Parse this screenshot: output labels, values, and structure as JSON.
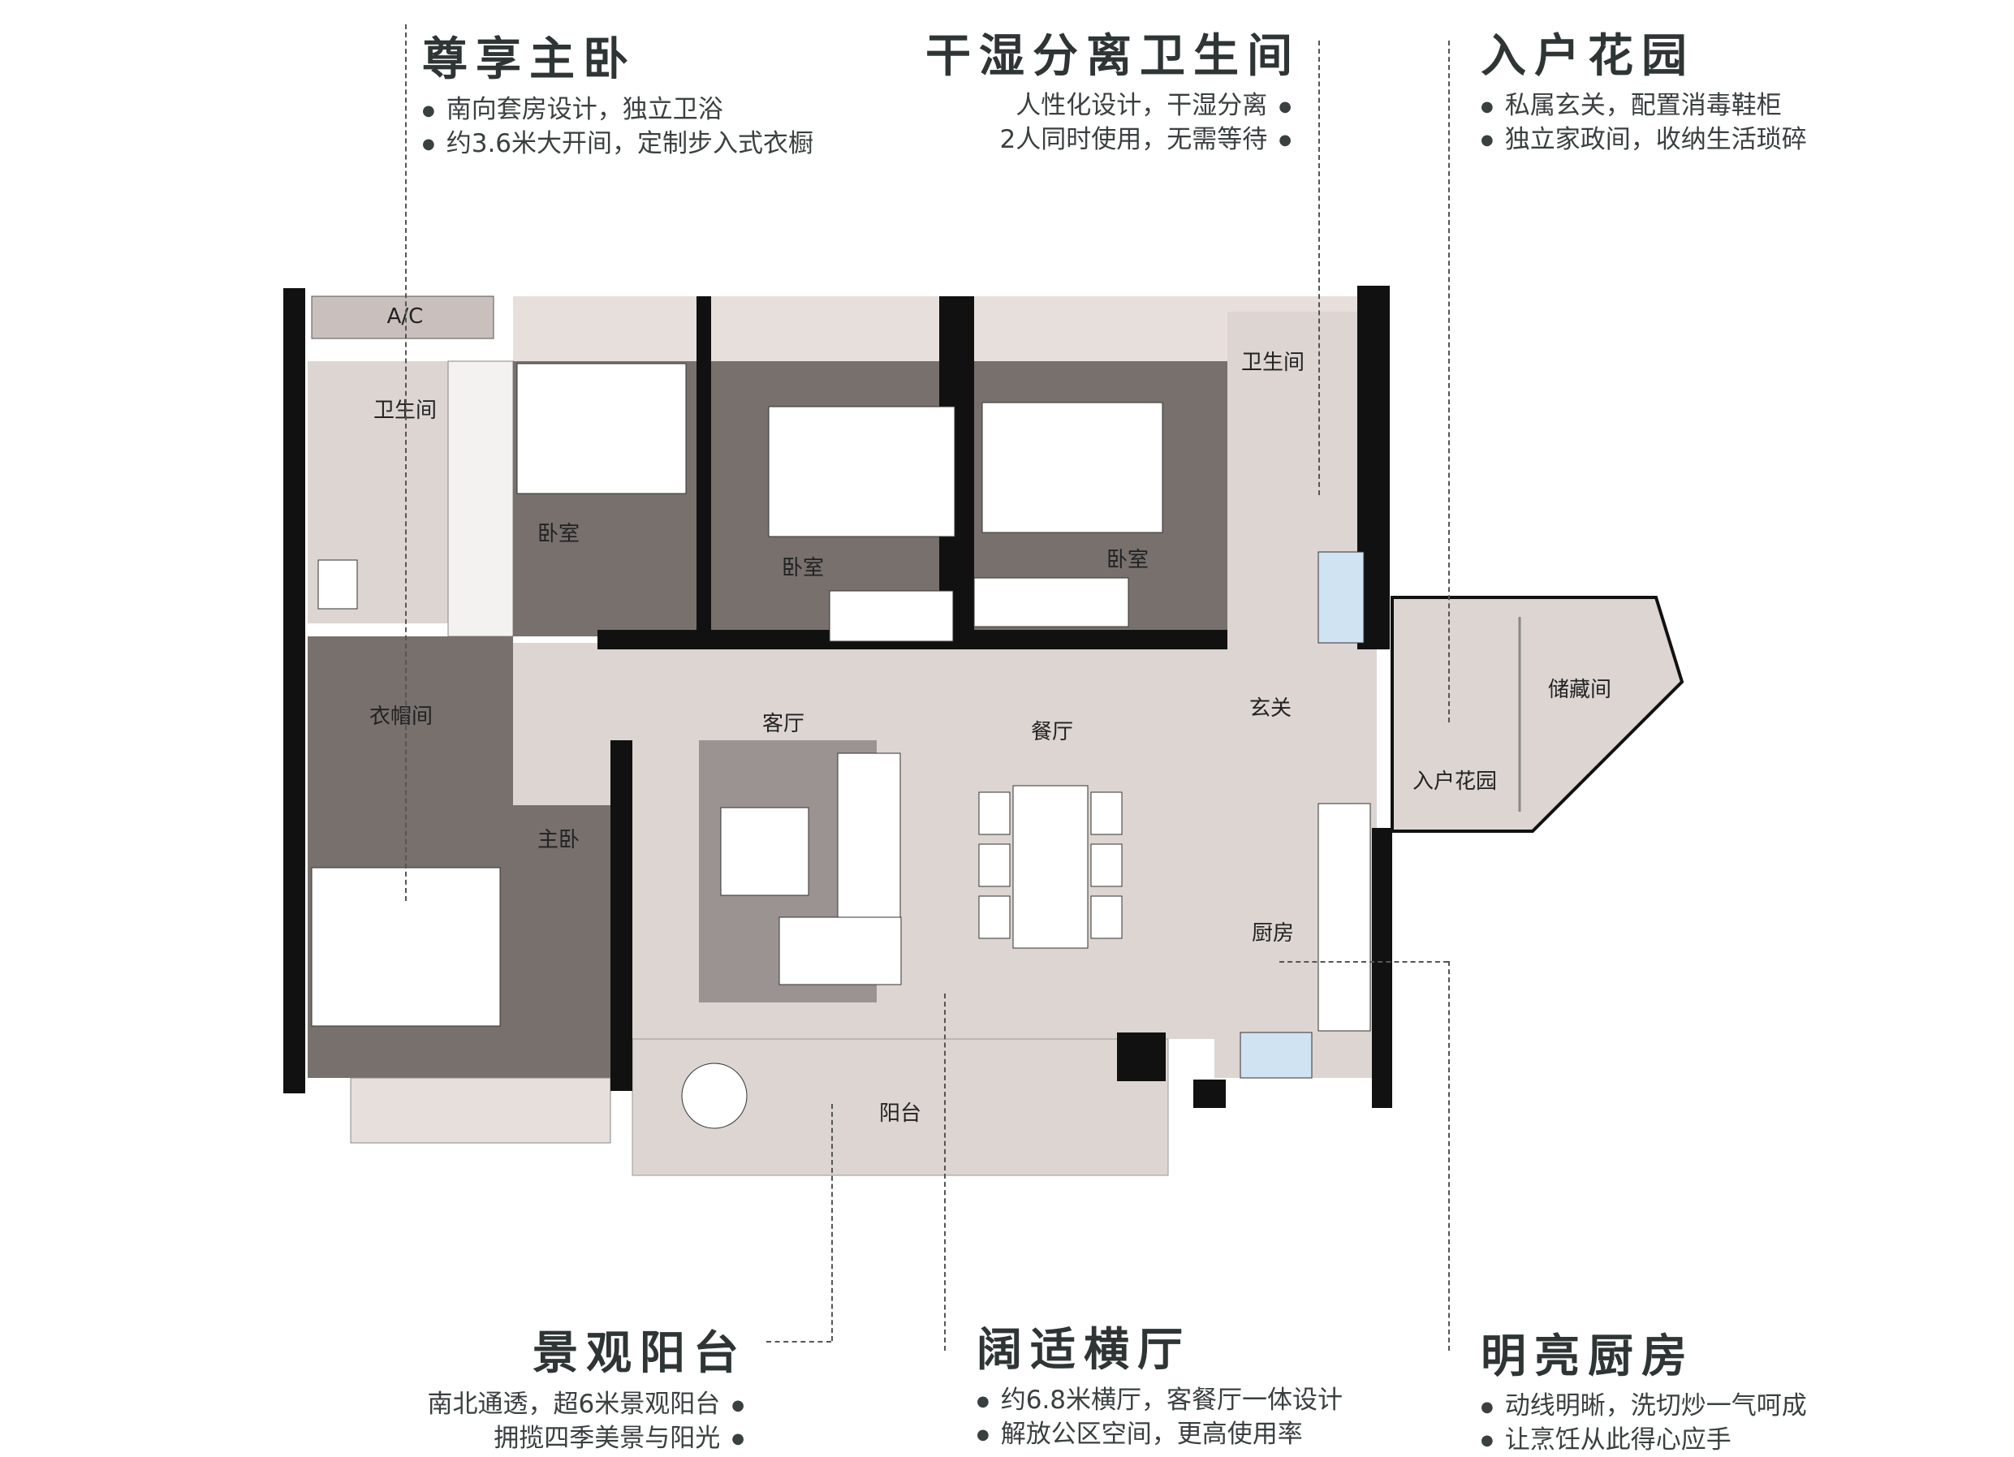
{
  "features": {
    "master_bedroom": {
      "title": "尊享主卧",
      "bullets": [
        "南向套房设计，独立卫浴",
        "约3.6米大开间，定制步入式衣橱"
      ]
    },
    "bathroom": {
      "title": "干湿分离卫生间",
      "bullets": [
        "人性化设计，干湿分离",
        "2人同时使用，无需等待"
      ]
    },
    "entry_garden": {
      "title": "入户花园",
      "bullets": [
        "私属玄关，配置消毒鞋柜",
        "独立家政间，收纳生活琐碎"
      ]
    },
    "balcony": {
      "title": "景观阳台",
      "bullets": [
        "南北通透，超6米景观阳台",
        "拥揽四季美景与阳光"
      ]
    },
    "living": {
      "title": "阔适横厅",
      "bullets": [
        "约6.8米横厅，客餐厅一体设计",
        "解放公区空间，更高使用率"
      ]
    },
    "kitchen": {
      "title": "明亮厨房",
      "bullets": [
        "动线明晰，洗切炒一气呵成",
        "让烹饪从此得心应手"
      ]
    }
  },
  "rooms": {
    "ac": "A/C",
    "master_bath": "卫生间",
    "bedroom_1": "卧室",
    "bedroom_2": "卧室",
    "bedroom_3": "卧室",
    "bath_2": "卫生间",
    "cloakroom": "衣帽间",
    "living_room": "客厅",
    "dining_room": "餐厅",
    "foyer": "玄关",
    "storage": "储藏间",
    "entry_garden": "入户花园",
    "master_bedroom": "主卧",
    "kitchen": "厨房",
    "balcony": "阳台"
  },
  "colors": {
    "wall": "#111111",
    "wood": "#77706d",
    "tile": "#ddd5d2",
    "text": "#2f3535"
  }
}
